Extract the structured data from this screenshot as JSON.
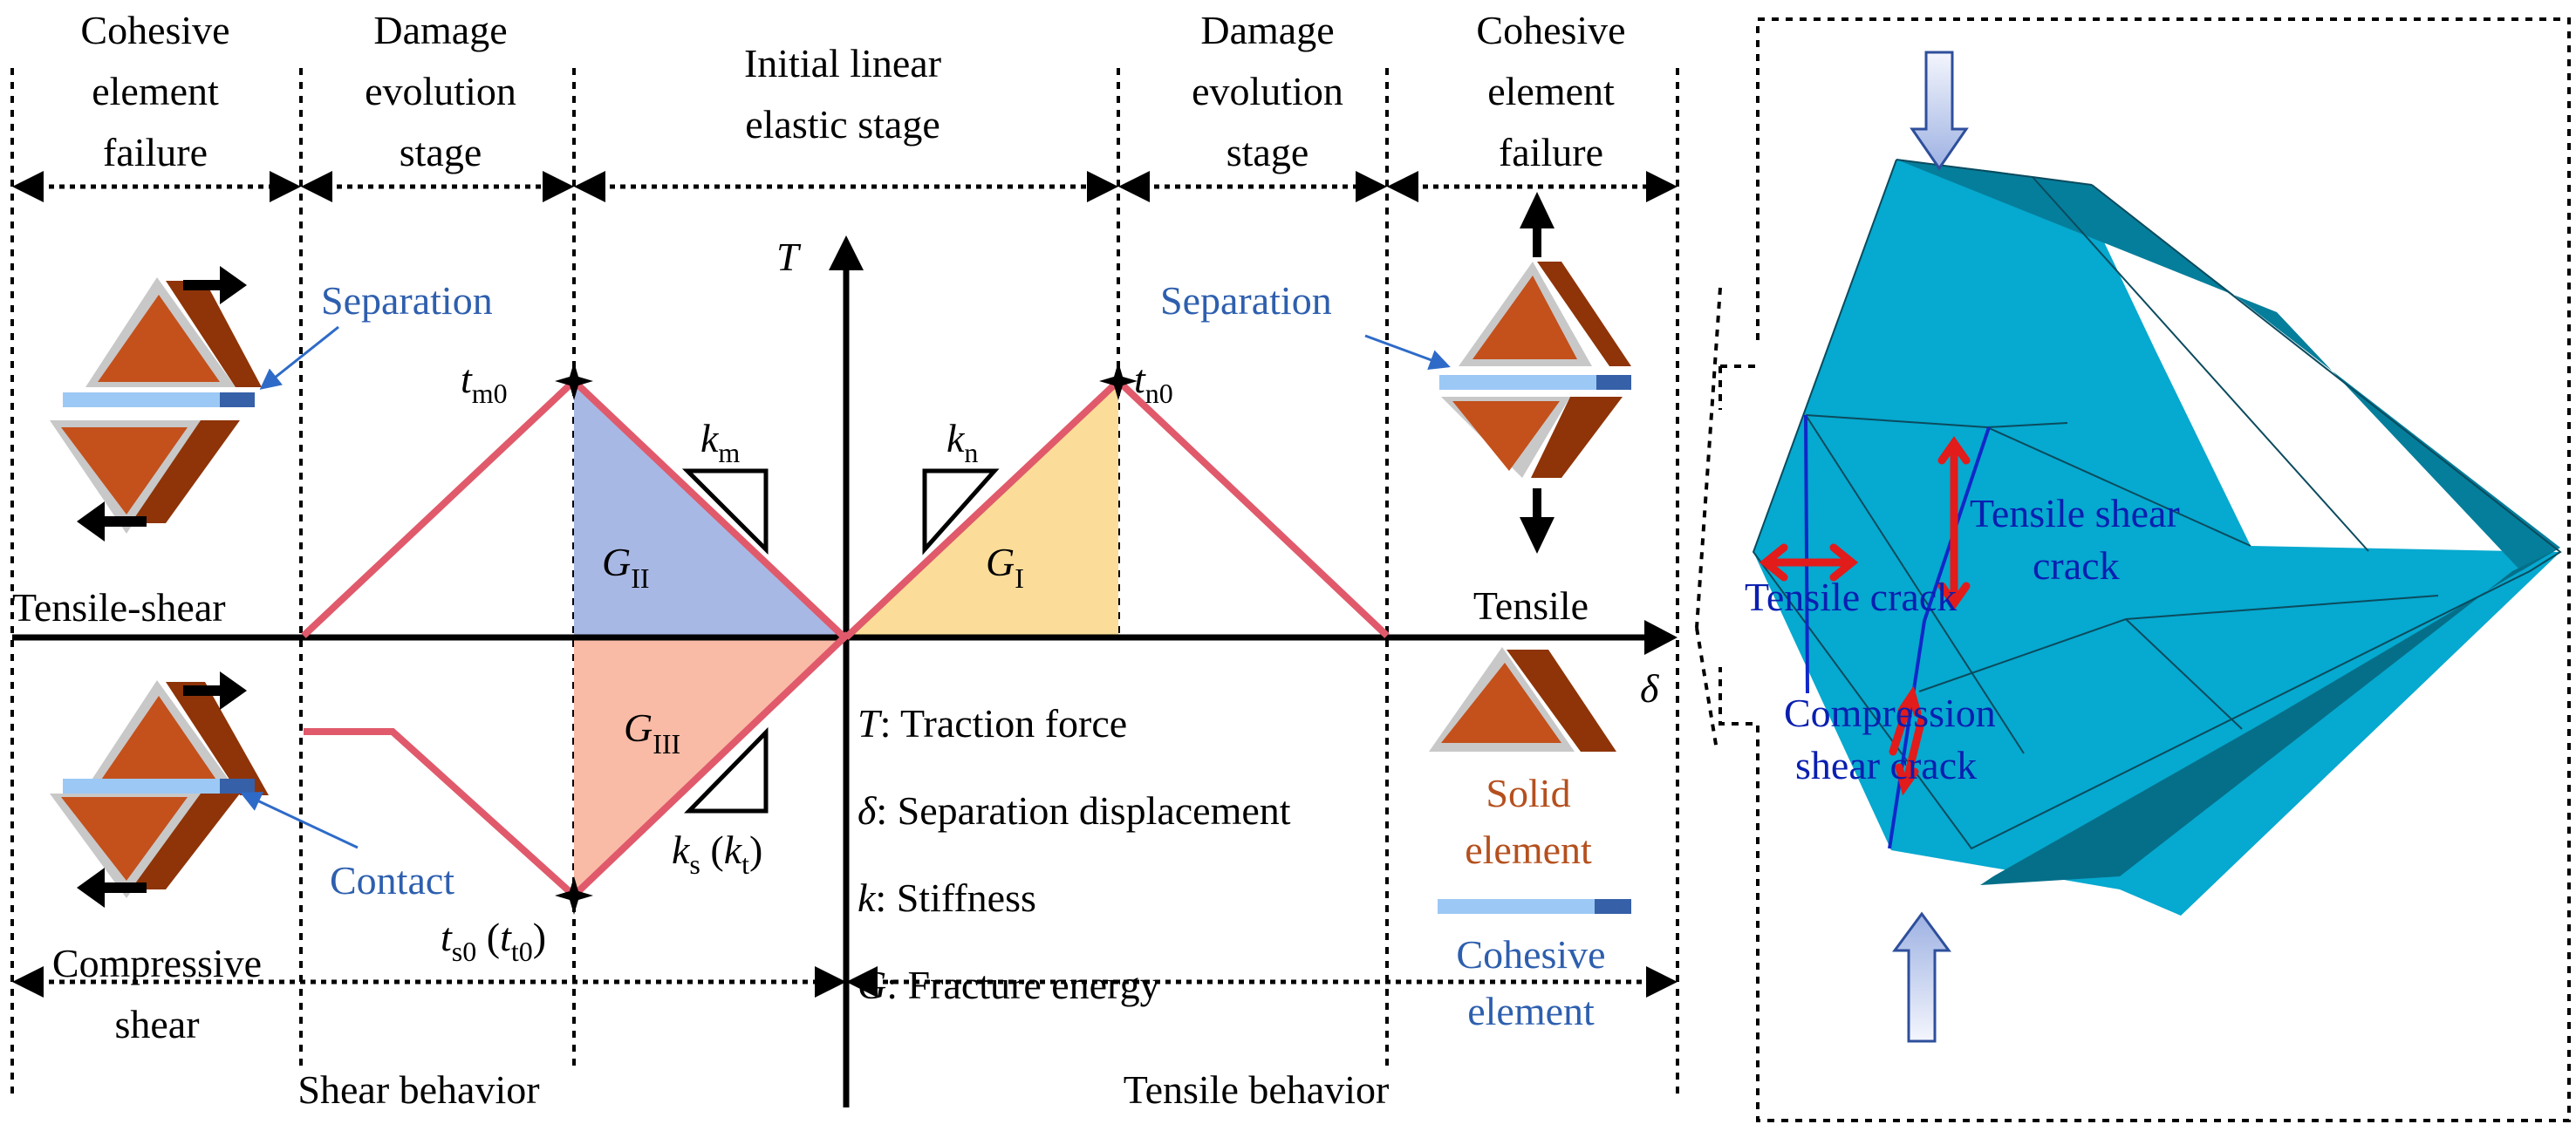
{
  "stages_top": [
    {
      "lines": [
        "Cohesive",
        "element",
        "failure"
      ]
    },
    {
      "lines": [
        "Damage",
        "evolution",
        "stage"
      ]
    },
    {
      "lines": [
        "Initial linear",
        "elastic stage"
      ]
    },
    {
      "lines": [
        "Damage",
        "evolution",
        "stage"
      ]
    },
    {
      "lines": [
        "Cohesive",
        "element",
        "failure"
      ]
    }
  ],
  "behaviors_bottom": {
    "shear": "Shear behavior",
    "tensile": "Tensile behavior"
  },
  "axes": {
    "y_label": "T",
    "x_label": "δ"
  },
  "points": {
    "tm0": {
      "base": "t",
      "sub": "m0"
    },
    "tn0": {
      "base": "t",
      "sub": "n0"
    },
    "ts0": {
      "base": "t",
      "sub": "s0",
      "extra_base": "t",
      "extra_sub": "t0"
    }
  },
  "stiffness": {
    "km": {
      "base": "k",
      "sub": "m"
    },
    "kn": {
      "base": "k",
      "sub": "n"
    },
    "ks": {
      "base": "k",
      "sub": "s",
      "extra_base": "k",
      "extra_sub": "t"
    }
  },
  "energies": {
    "G2": {
      "base": "G",
      "sub": "II",
      "color": "#A8B8E4"
    },
    "G1": {
      "base": "G",
      "sub": "I",
      "color": "#FBDD99"
    },
    "G3": {
      "base": "G",
      "sub": "III",
      "color": "#F9BBA6"
    }
  },
  "modes": {
    "tensile_shear": "Tensile-shear",
    "compressive_shear": [
      "Compressive",
      "shear"
    ],
    "tensile": "Tensile"
  },
  "annotations": {
    "separation_left": "Separation",
    "separation_right": "Separation",
    "contact": "Contact"
  },
  "legend_definitions": [
    {
      "symbol": "T",
      "text": ": Traction force"
    },
    {
      "symbol": "δ",
      "text": ": Separation displacement"
    },
    {
      "symbol": "k",
      "text": ": Stiffness"
    },
    {
      "symbol": "G",
      "text": ": Fracture energy"
    }
  ],
  "element_legend": {
    "solid": [
      "Solid",
      "element"
    ],
    "cohesive": [
      "Cohesive",
      "element"
    ]
  },
  "specimen": {
    "tensile_crack": "Tensile crack",
    "tensile_shear_crack": [
      "Tensile shear",
      "crack"
    ],
    "compression_shear_crack": [
      "Compression",
      "shear crack"
    ]
  },
  "colors": {
    "curve": "#E05A6B",
    "solid_front": "#C4501C",
    "solid_side": "#8E3408",
    "cohesive_light": "#9CC8F5",
    "cohesive_dark": "#3660A8",
    "specimen_front": "#06A9CF",
    "specimen_side": "#057E9B",
    "label_blue": "#2E5FAE",
    "crack_blue": "#1028C8",
    "arrow_red": "#E21B1B"
  }
}
